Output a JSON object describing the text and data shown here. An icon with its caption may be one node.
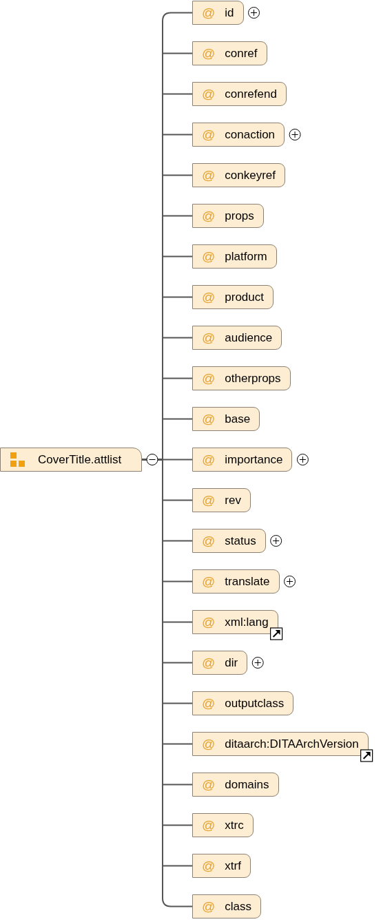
{
  "diagram": {
    "nodes": [
      {
        "text": [
          "CoverTitle.attlist"
        ]
      },
      {
        "text": [
          "@",
          "id"
        ]
      },
      {
        "text": [
          "@",
          "conref"
        ]
      },
      {
        "text": [
          "@",
          "conrefend"
        ]
      },
      {
        "text": [
          "@",
          "conaction"
        ]
      },
      {
        "text": [
          "@",
          "conkeyref"
        ]
      },
      {
        "text": [
          "@",
          "props"
        ]
      },
      {
        "text": [
          "@",
          "platform"
        ]
      },
      {
        "text": [
          "@",
          "product"
        ]
      },
      {
        "text": [
          "@",
          "audience"
        ]
      },
      {
        "text": [
          "@",
          "otherprops"
        ]
      },
      {
        "text": [
          "@",
          "base"
        ]
      },
      {
        "text": [
          "@",
          "importance"
        ]
      },
      {
        "text": [
          "@",
          "rev"
        ]
      },
      {
        "text": [
          "@",
          "status"
        ]
      },
      {
        "text": [
          "@",
          "translate"
        ]
      },
      {
        "text": [
          "@",
          "xml:lang"
        ]
      },
      {
        "text": [
          "@",
          "dir"
        ]
      },
      {
        "text": [
          "@",
          "outputclass"
        ]
      },
      {
        "text": [
          "@",
          "ditaarch:DITAArchVersion"
        ]
      },
      {
        "text": [
          "@",
          "domains"
        ]
      },
      {
        "text": [
          "@",
          "xtrc"
        ]
      },
      {
        "text": [
          "@",
          "xtrf"
        ]
      },
      {
        "text": [
          "@",
          "class"
        ]
      }
    ],
    "edges": [
      {
        "from": 0,
        "to": 1,
        "arrow": "none"
      },
      {
        "from": 0,
        "to": 2,
        "arrow": "none"
      },
      {
        "from": 0,
        "to": 3,
        "arrow": "none"
      },
      {
        "from": 0,
        "to": 4,
        "arrow": "none"
      },
      {
        "from": 0,
        "to": 5,
        "arrow": "none"
      },
      {
        "from": 0,
        "to": 6,
        "arrow": "none"
      },
      {
        "from": 0,
        "to": 7,
        "arrow": "none"
      },
      {
        "from": 0,
        "to": 8,
        "arrow": "none"
      },
      {
        "from": 0,
        "to": 9,
        "arrow": "none"
      },
      {
        "from": 0,
        "to": 10,
        "arrow": "none"
      },
      {
        "from": 0,
        "to": 11,
        "arrow": "none"
      },
      {
        "from": 0,
        "to": 12,
        "arrow": "none"
      },
      {
        "from": 0,
        "to": 13,
        "arrow": "none"
      },
      {
        "from": 0,
        "to": 14,
        "arrow": "none"
      },
      {
        "from": 0,
        "to": 15,
        "arrow": "none"
      },
      {
        "from": 0,
        "to": 16,
        "arrow": "none"
      },
      {
        "from": 0,
        "to": 17,
        "arrow": "none"
      },
      {
        "from": 0,
        "to": 18,
        "arrow": "none"
      },
      {
        "from": 0,
        "to": 19,
        "arrow": "none"
      },
      {
        "from": 0,
        "to": 20,
        "arrow": "none"
      },
      {
        "from": 0,
        "to": 21,
        "arrow": "none"
      },
      {
        "from": 0,
        "to": 22,
        "arrow": "none"
      },
      {
        "from": 0,
        "to": 23,
        "arrow": "none"
      }
    ]
  }
}
